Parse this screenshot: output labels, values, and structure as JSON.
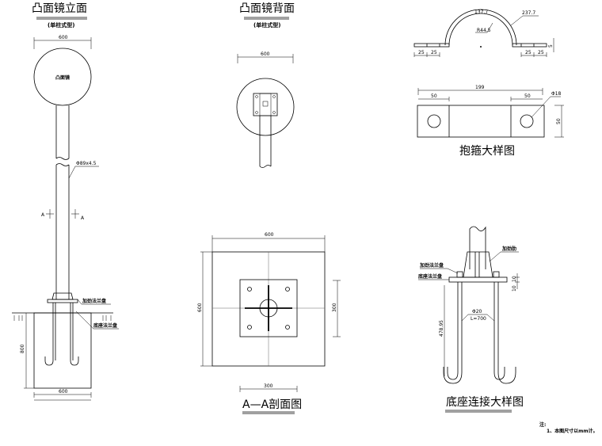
{
  "elevation": {
    "title": "凸面镜立面",
    "subtitle": "(单柱式型)",
    "mirror_label": "凸面镜",
    "width_dim": "600",
    "pipe_spec": "Φ89x4.5",
    "section_mark": "A",
    "label_stiff_flange": "加劲法兰盘",
    "label_base_flange": "底座法兰盘",
    "depth_dim": "800",
    "found_width_dim": "600"
  },
  "back": {
    "title": "凸面镜背面",
    "subtitle": "(单柱式型)",
    "width_dim": "600"
  },
  "section": {
    "title": "A—A剖面图",
    "width_dim": "600",
    "height_dim": "600",
    "plate_dim": "300",
    "plate_width_dim": "300"
  },
  "hoop": {
    "title": "抱箍大样图",
    "arc_inner": "137.7",
    "arc_outer": "237.7",
    "radius": "R44.5",
    "tab": "25",
    "thickness": "5",
    "length": "199",
    "end": "50",
    "hole": "Φ18",
    "height": "50"
  },
  "base_detail": {
    "title": "底座连接大样图",
    "label_rib": "加劲肋",
    "label_stiff_flange": "加劲法兰盘",
    "label_base_flange": "底座法兰盘",
    "bolt_spec": "Φ20",
    "bolt_length": "L=700",
    "anchor_dim": "478.95",
    "plate_dim": "10",
    "plate_dim2": "10"
  },
  "notes": {
    "heading": "注:",
    "line1": "1、本图尺寸以mm计。"
  }
}
